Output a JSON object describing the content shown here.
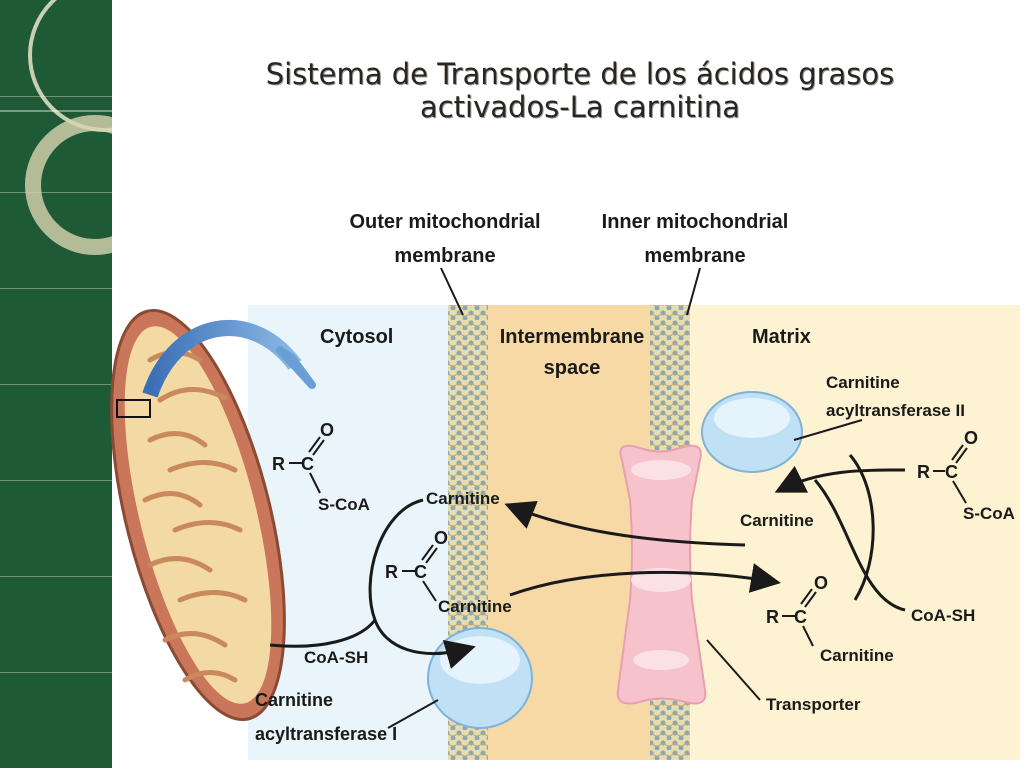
{
  "title": {
    "line1": "Sistema de Transporte de los ácidos grasos",
    "line2": "activados-La carnitina"
  },
  "labels": {
    "outer_membrane_1": "Outer mitochondrial",
    "outer_membrane_2": "membrane",
    "inner_membrane_1": "Inner mitochondrial",
    "inner_membrane_2": "membrane",
    "cytosol": "Cytosol",
    "intermembrane_1": "Intermembrane",
    "intermembrane_2": "space",
    "matrix": "Matrix",
    "cat2_1": "Carnitine",
    "cat2_2": "acyltransferase II",
    "cat1_1": "Carnitine",
    "cat1_2": "acyltransferase I",
    "transporter": "Transporter",
    "carnitine_left_top": "Carnitine",
    "carnitine_left_bottom": "Carnitine",
    "carnitine_right_top": "Carnitine",
    "carnitine_right_bottom": "Carnitine",
    "coash_left": "CoA-SH",
    "coash_right": "CoA-SH",
    "scoa_left": "S-CoA",
    "scoa_right": "S-CoA",
    "r_left": "R",
    "c_left": "C",
    "o_left": "O",
    "r_mid": "R",
    "c_mid": "C",
    "o_mid": "O",
    "r_right_top": "R",
    "c_right_top": "C",
    "o_right_top": "O",
    "r_right_bottom": "R",
    "c_right_bottom": "C",
    "o_right_bottom": "O"
  },
  "colors": {
    "sidebar_green": "#1f5a36",
    "cytosol_bg": "#eaf4fb",
    "intermembrane_bg": "#f7d9a6",
    "matrix_bg": "#fdf3d2",
    "arrow_blue": "#6a9fd6",
    "enzyme_blue": "#bfe0f5",
    "transporter_pink": "#f6c2cc"
  }
}
